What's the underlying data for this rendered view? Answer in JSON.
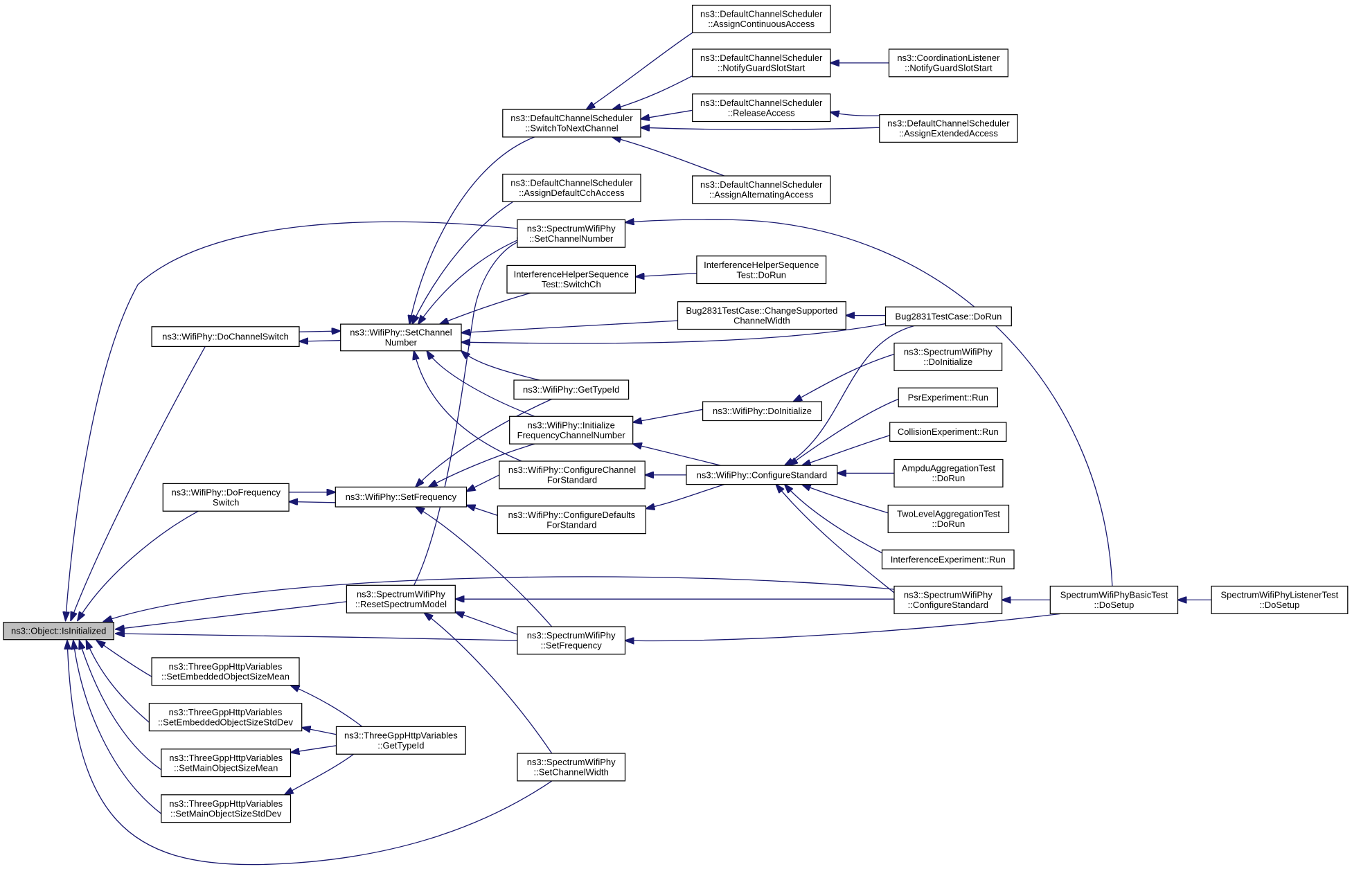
{
  "graph": {
    "title": "",
    "colors": {
      "edge": "#191970",
      "node_border": "#000000",
      "root_fill": "#bfbfbf",
      "node_fill": "#ffffff"
    },
    "nodes": [
      {
        "id": "root",
        "lines": [
          "ns3::Object::IsInitialized"
        ],
        "root": true
      },
      {
        "id": "doChSwitch",
        "lines": [
          "ns3::WifiPhy::DoChannelSwitch"
        ]
      },
      {
        "id": "doFreqSwitch",
        "lines": [
          "ns3::WifiPhy::DoFrequency",
          "Switch"
        ]
      },
      {
        "id": "setChNum",
        "lines": [
          "ns3::WifiPhy::SetChannel",
          "Number"
        ]
      },
      {
        "id": "setFreq",
        "lines": [
          "ns3::WifiPhy::SetFrequency"
        ]
      },
      {
        "id": "resetSpec",
        "lines": [
          "ns3::SpectrumWifiPhy",
          "::ResetSpectrumModel"
        ]
      },
      {
        "id": "setEmbMean",
        "lines": [
          "ns3::ThreeGppHttpVariables",
          "::SetEmbeddedObjectSizeMean"
        ]
      },
      {
        "id": "setEmbStd",
        "lines": [
          "ns3::ThreeGppHttpVariables",
          "::SetEmbeddedObjectSizeStdDev"
        ]
      },
      {
        "id": "setMainMean",
        "lines": [
          "ns3::ThreeGppHttpVariables",
          "::SetMainObjectSizeMean"
        ]
      },
      {
        "id": "setMainStd",
        "lines": [
          "ns3::ThreeGppHttpVariables",
          "::SetMainObjectSizeStdDev"
        ]
      },
      {
        "id": "tgpGetTypeId",
        "lines": [
          "ns3::ThreeGppHttpVariables",
          "::GetTypeId"
        ]
      },
      {
        "id": "switchToNext",
        "lines": [
          "ns3::DefaultChannelScheduler",
          "::SwitchToNextChannel"
        ]
      },
      {
        "id": "assignDefCch",
        "lines": [
          "ns3::DefaultChannelScheduler",
          "::AssignDefaultCchAccess"
        ]
      },
      {
        "id": "specSetChNum",
        "lines": [
          "ns3::SpectrumWifiPhy",
          "::SetChannelNumber"
        ]
      },
      {
        "id": "ihsSwitchCh",
        "lines": [
          "InterferenceHelperSequence",
          "Test::SwitchCh"
        ]
      },
      {
        "id": "wifiGetTypeId",
        "lines": [
          "ns3::WifiPhy::GetTypeId"
        ]
      },
      {
        "id": "initFreqCh",
        "lines": [
          "ns3::WifiPhy::Initialize",
          "FrequencyChannelNumber"
        ]
      },
      {
        "id": "cfgChStd",
        "lines": [
          "ns3::WifiPhy::ConfigureChannel",
          "ForStandard"
        ]
      },
      {
        "id": "cfgDefStd",
        "lines": [
          "ns3::WifiPhy::ConfigureDefaults",
          "ForStandard"
        ]
      },
      {
        "id": "specSetFreq",
        "lines": [
          "ns3::SpectrumWifiPhy",
          "::SetFrequency"
        ]
      },
      {
        "id": "specSetChW",
        "lines": [
          "ns3::SpectrumWifiPhy",
          "::SetChannelWidth"
        ]
      },
      {
        "id": "assignCont",
        "lines": [
          "ns3::DefaultChannelScheduler",
          "::AssignContinuousAccess"
        ]
      },
      {
        "id": "notifyGuard",
        "lines": [
          "ns3::DefaultChannelScheduler",
          "::NotifyGuardSlotStart"
        ]
      },
      {
        "id": "releaseAcc",
        "lines": [
          "ns3::DefaultChannelScheduler",
          "::ReleaseAccess"
        ]
      },
      {
        "id": "assignAlt",
        "lines": [
          "ns3::DefaultChannelScheduler",
          "::AssignAlternatingAccess"
        ]
      },
      {
        "id": "ihsDoRun",
        "lines": [
          "InterferenceHelperSequence",
          "Test::DoRun"
        ]
      },
      {
        "id": "bugChange",
        "lines": [
          "Bug2831TestCase::ChangeSupported",
          "ChannelWidth"
        ]
      },
      {
        "id": "wifiDoInit",
        "lines": [
          "ns3::WifiPhy::DoInitialize"
        ]
      },
      {
        "id": "wifiCfgStd",
        "lines": [
          "ns3::WifiPhy::ConfigureStandard"
        ]
      },
      {
        "id": "coordNotify",
        "lines": [
          "ns3::CoordinationListener",
          "::NotifyGuardSlotStart"
        ]
      },
      {
        "id": "assignExt",
        "lines": [
          "ns3::DefaultChannelScheduler",
          "::AssignExtendedAccess"
        ]
      },
      {
        "id": "bugDoRun",
        "lines": [
          "Bug2831TestCase::DoRun"
        ]
      },
      {
        "id": "specDoInit",
        "lines": [
          "ns3::SpectrumWifiPhy",
          "::DoInitialize"
        ]
      },
      {
        "id": "psrRun",
        "lines": [
          "PsrExperiment::Run"
        ]
      },
      {
        "id": "collRun",
        "lines": [
          "CollisionExperiment::Run"
        ]
      },
      {
        "id": "ampduDoRun",
        "lines": [
          "AmpduAggregationTest",
          "::DoRun"
        ]
      },
      {
        "id": "twoLevelDoRun",
        "lines": [
          "TwoLevelAggregationTest",
          "::DoRun"
        ]
      },
      {
        "id": "interfRun",
        "lines": [
          "InterferenceExperiment::Run"
        ]
      },
      {
        "id": "specCfgStd",
        "lines": [
          "ns3::SpectrumWifiPhy",
          "::ConfigureStandard"
        ]
      },
      {
        "id": "basicDoSetup",
        "lines": [
          "SpectrumWifiPhyBasicTest",
          "::DoSetup"
        ]
      },
      {
        "id": "listenerDoSetup",
        "lines": [
          "SpectrumWifiPhyListenerTest",
          "::DoSetup"
        ]
      }
    ]
  }
}
